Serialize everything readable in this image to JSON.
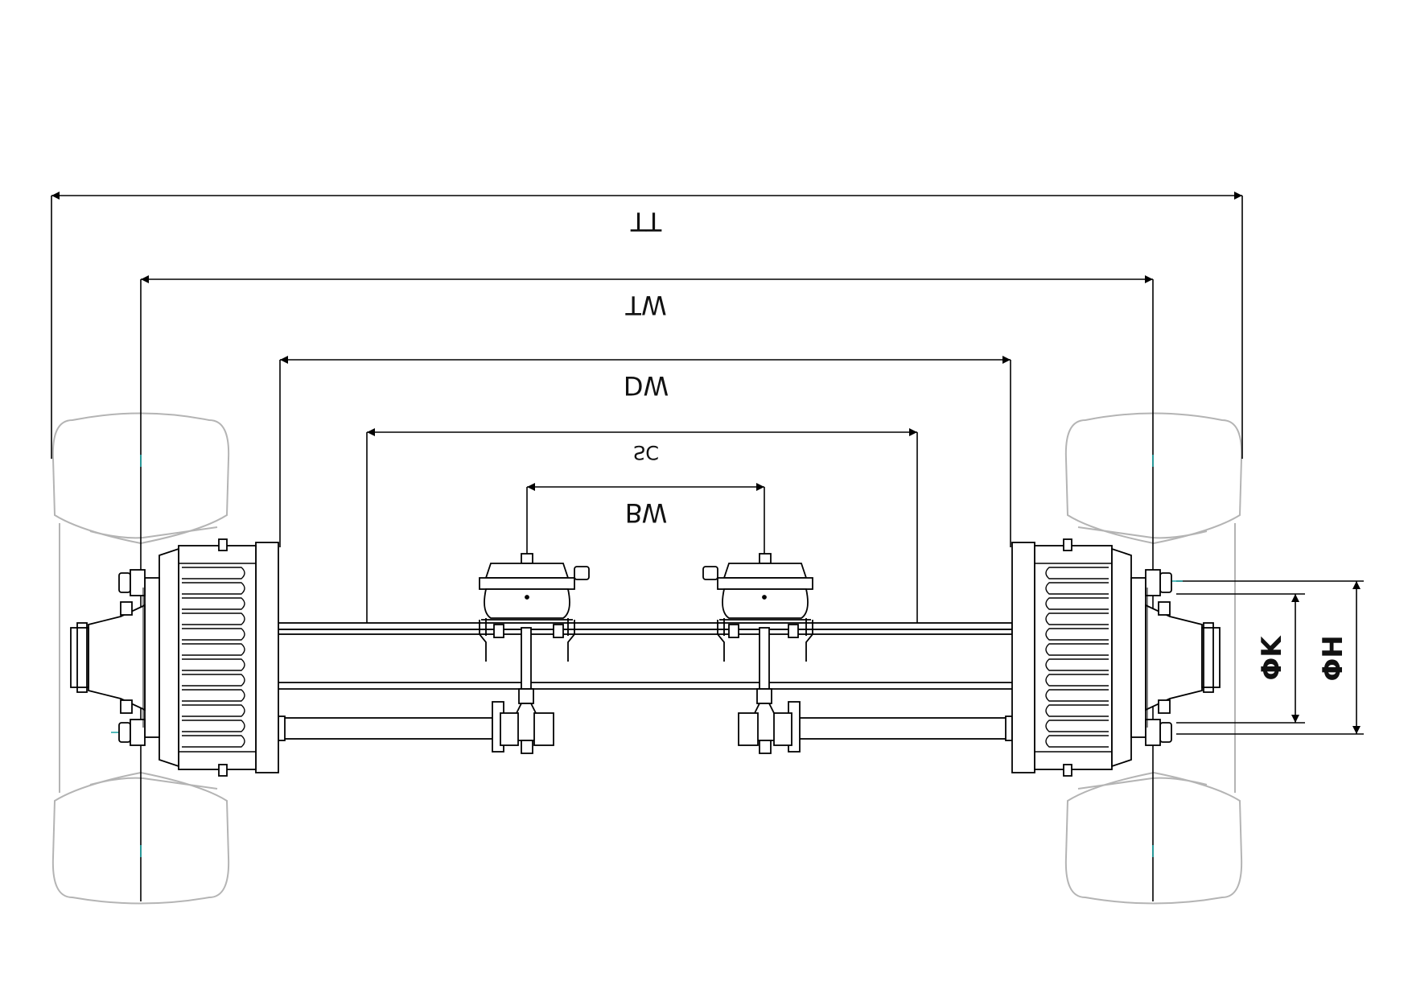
{
  "diagram": {
    "dimensions": {
      "tt": "TT",
      "tw": "TW",
      "dw": "DW",
      "sc": "SC",
      "bw": "BW",
      "phi_k": "ΦK",
      "phi_h": "ΦH"
    },
    "colors": {
      "line": "#000000",
      "tire": "#b4b4b4",
      "center_mark": "#1aa3a3"
    }
  }
}
